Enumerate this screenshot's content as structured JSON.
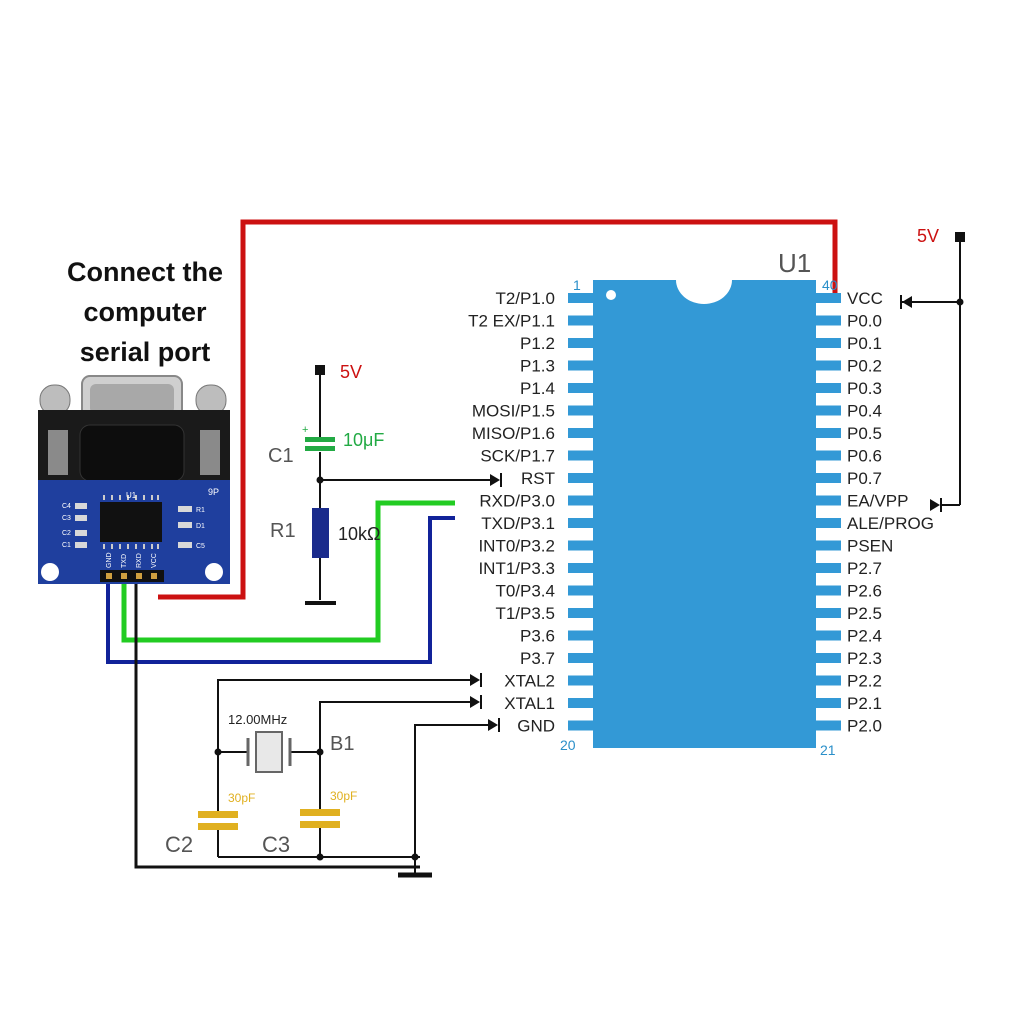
{
  "title_lines": [
    "Connect the",
    "computer",
    "serial port"
  ],
  "chip": {
    "label": "U1",
    "pin_1": "1",
    "pin_40": "40",
    "pin_20": "20",
    "pin_21": "21",
    "left_pins": [
      "T2/P1.0",
      "T2 EX/P1.1",
      "P1.2",
      "P1.3",
      "P1.4",
      "MOSI/P1.5",
      "MISO/P1.6",
      "SCK/P1.7",
      "RST",
      "RXD/P3.0",
      "TXD/P3.1",
      "INT0/P3.2",
      "INT1/P3.3",
      "T0/P3.4",
      "T1/P3.5",
      "P3.6",
      "P3.7",
      "XTAL2",
      "XTAL1",
      "GND"
    ],
    "right_pins": [
      "VCC",
      "P0.0",
      "P0.1",
      "P0.2",
      "P0.3",
      "P0.4",
      "P0.5",
      "P0.6",
      "P0.7",
      "EA/VPP",
      "ALE/PROG",
      "PSEN",
      "P2.7",
      "P2.6",
      "P2.5",
      "P2.4",
      "P2.3",
      "P2.2",
      "P2.1",
      "P2.0"
    ],
    "color": "#3399d6"
  },
  "power_right": "5V",
  "power_left": "5V",
  "c1": {
    "name": "C1",
    "value": "10μF"
  },
  "r1": {
    "name": "R1",
    "value": "10kΩ"
  },
  "crystal": {
    "name": "B1",
    "value": "12.00MHz"
  },
  "c2": {
    "name": "C2",
    "value": "30pF"
  },
  "c3": {
    "name": "C3",
    "value": "30pF"
  },
  "module": {
    "board_label": "9P",
    "chip_label": "U1",
    "header_pins": [
      "GND",
      "TXD",
      "RXD",
      "VCC"
    ],
    "components": [
      "C4",
      "C3",
      "C2",
      "C1",
      "R1",
      "D1",
      "C5"
    ],
    "board_color": "#1f3f9e"
  },
  "wire_colors": {
    "vcc": "#cc1111",
    "rxd": "#22cc22",
    "txd": "#112299",
    "gnd": "#111111"
  }
}
